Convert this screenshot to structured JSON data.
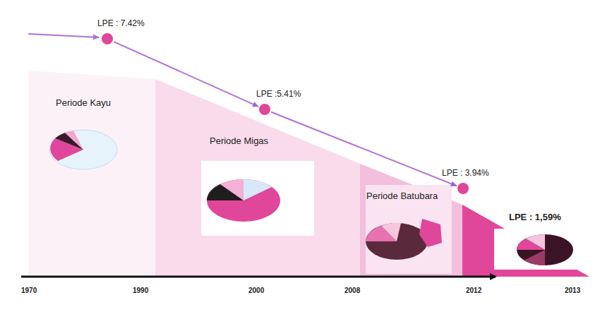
{
  "diagram": {
    "nodes": [
      {
        "text": [
          "LPE : 7.42%"
        ]
      },
      {
        "text": [
          "LPE :5.41%"
        ]
      },
      {
        "text": [
          "LPE : 3.94%"
        ]
      },
      {
        "text": [
          "Periode Kayu"
        ]
      },
      {
        "text": [
          "Periode Migas"
        ]
      },
      {
        "text": [
          "Periode Batubara"
        ]
      },
      {
        "text": [
          "LPE : 1,59%"
        ]
      }
    ],
    "edges": [
      {
        "from": 0,
        "to": 1,
        "arrow": "to"
      },
      {
        "from": 1,
        "to": 2,
        "arrow": "to"
      }
    ],
    "labels": [
      "1970",
      "1990",
      "2000",
      "2008",
      "2012",
      "2013"
    ]
  }
}
